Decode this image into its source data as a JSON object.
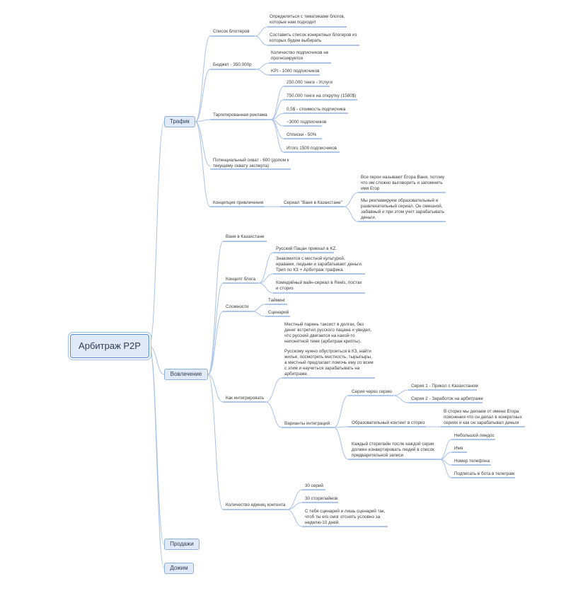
{
  "colors": {
    "line": "#a8c2e6",
    "underline": "#5b8fd4",
    "node_fill": "#dfe9f7",
    "node_border": "#8fb0d8"
  },
  "root": "Арбитраж P2P",
  "traffic": {
    "title": "Трафик",
    "bloggers": "Список блоггеров",
    "bloggers_1": "Определиться с тематиками блогов, которые нам подходит",
    "bloggers_2": "Составить список конкретных блогеров из которых будем выбирать",
    "budget": "Бюджет - 350.000р",
    "budget_1": "Количество подписчиков не прогнозируется",
    "budget_2": "KPI - 1000 подписчиков",
    "target": "Таргетированная реклама",
    "target_1": "250.000 тенге - Услуги",
    "target_2": "750.000 тенге на открутку (1580$)",
    "target_3": "0,5$ - стоимость подписчика",
    "target_4": "~3000 подписчиков",
    "target_5": "Отписки - 50%",
    "target_6": "Итого 1500 подписчиков",
    "reach": "Потенциальный охват - 600 (допом к текущему охвату эксперта)",
    "concept": "Концепция привлечения",
    "series": "Сериал \"Ваня в Казахстане\"",
    "series_1": "Все герои называют Егора Ваня, потому что им сложно выговорить и запомнить имя Егор",
    "series_2": "Мы рекламируем образовательный и развлекательный сериал. Он смешной, забавный и при этом учит зарабатывать деньги."
  },
  "engagement": {
    "title": "Вовлечение",
    "vanya": "Ваня в Казахстане",
    "blog": "Концепт блога",
    "blog_1": "Русский Пацан приехал в KZ.",
    "blog_2": "Знакомится с местной культурой, нравами, людьми и зарабатывает деньги. Трип по КЗ + Арбитраж трафика",
    "blog_3": "Комедийный вайн-сериал в Reels, постах и сториз",
    "diff": "Сложности",
    "diff_1": "Тайминг",
    "diff_2": "Сценарий",
    "integrate": "Как интегрировать",
    "integ_1": "Местный парень таксист в долгах, без денег встретил русского пацана и увидел, что русский двигается на какой-то непонятной теме (арбитраж крипты).",
    "integ_2": "Русскому нужно обустроиться в КЗ, найти жилье, посмотреть местность, тырыпыры, а местный предлагает помочь ему со всем с этим и научиться зарабатывать на арбитраже.",
    "variants": "Варианты интеграций:",
    "series_chain": "Серия через серию",
    "ep1": "Серия 1 - Прикол с Казахстаном",
    "ep2": "Серия 2 - Заработок на арбитраже",
    "edu": "Образовательный контент в сториз",
    "edu_1": "В сториз мы делаем от имени Егора пояснения что он делал в конкретных сериях и как он зарабатывал деньги",
    "each": "Каждый сторилайн после каждой серии должен конвертировать людей в список предварительной записи",
    "each_1": "Небольшой лендос",
    "each_2": "Имя",
    "each_3": "Номер телефона",
    "each_4": "Подписать в бота в телеграм",
    "count": "Количество единиц контента",
    "count_1": "30 серий",
    "count_2": "30 сторилайнов",
    "count_3": "С тебя сценарий и лишь сценарий так, чтоб ты его смог отснять условно за неделю-10 дней."
  },
  "sales": "Продажи",
  "retention": "Дожим"
}
